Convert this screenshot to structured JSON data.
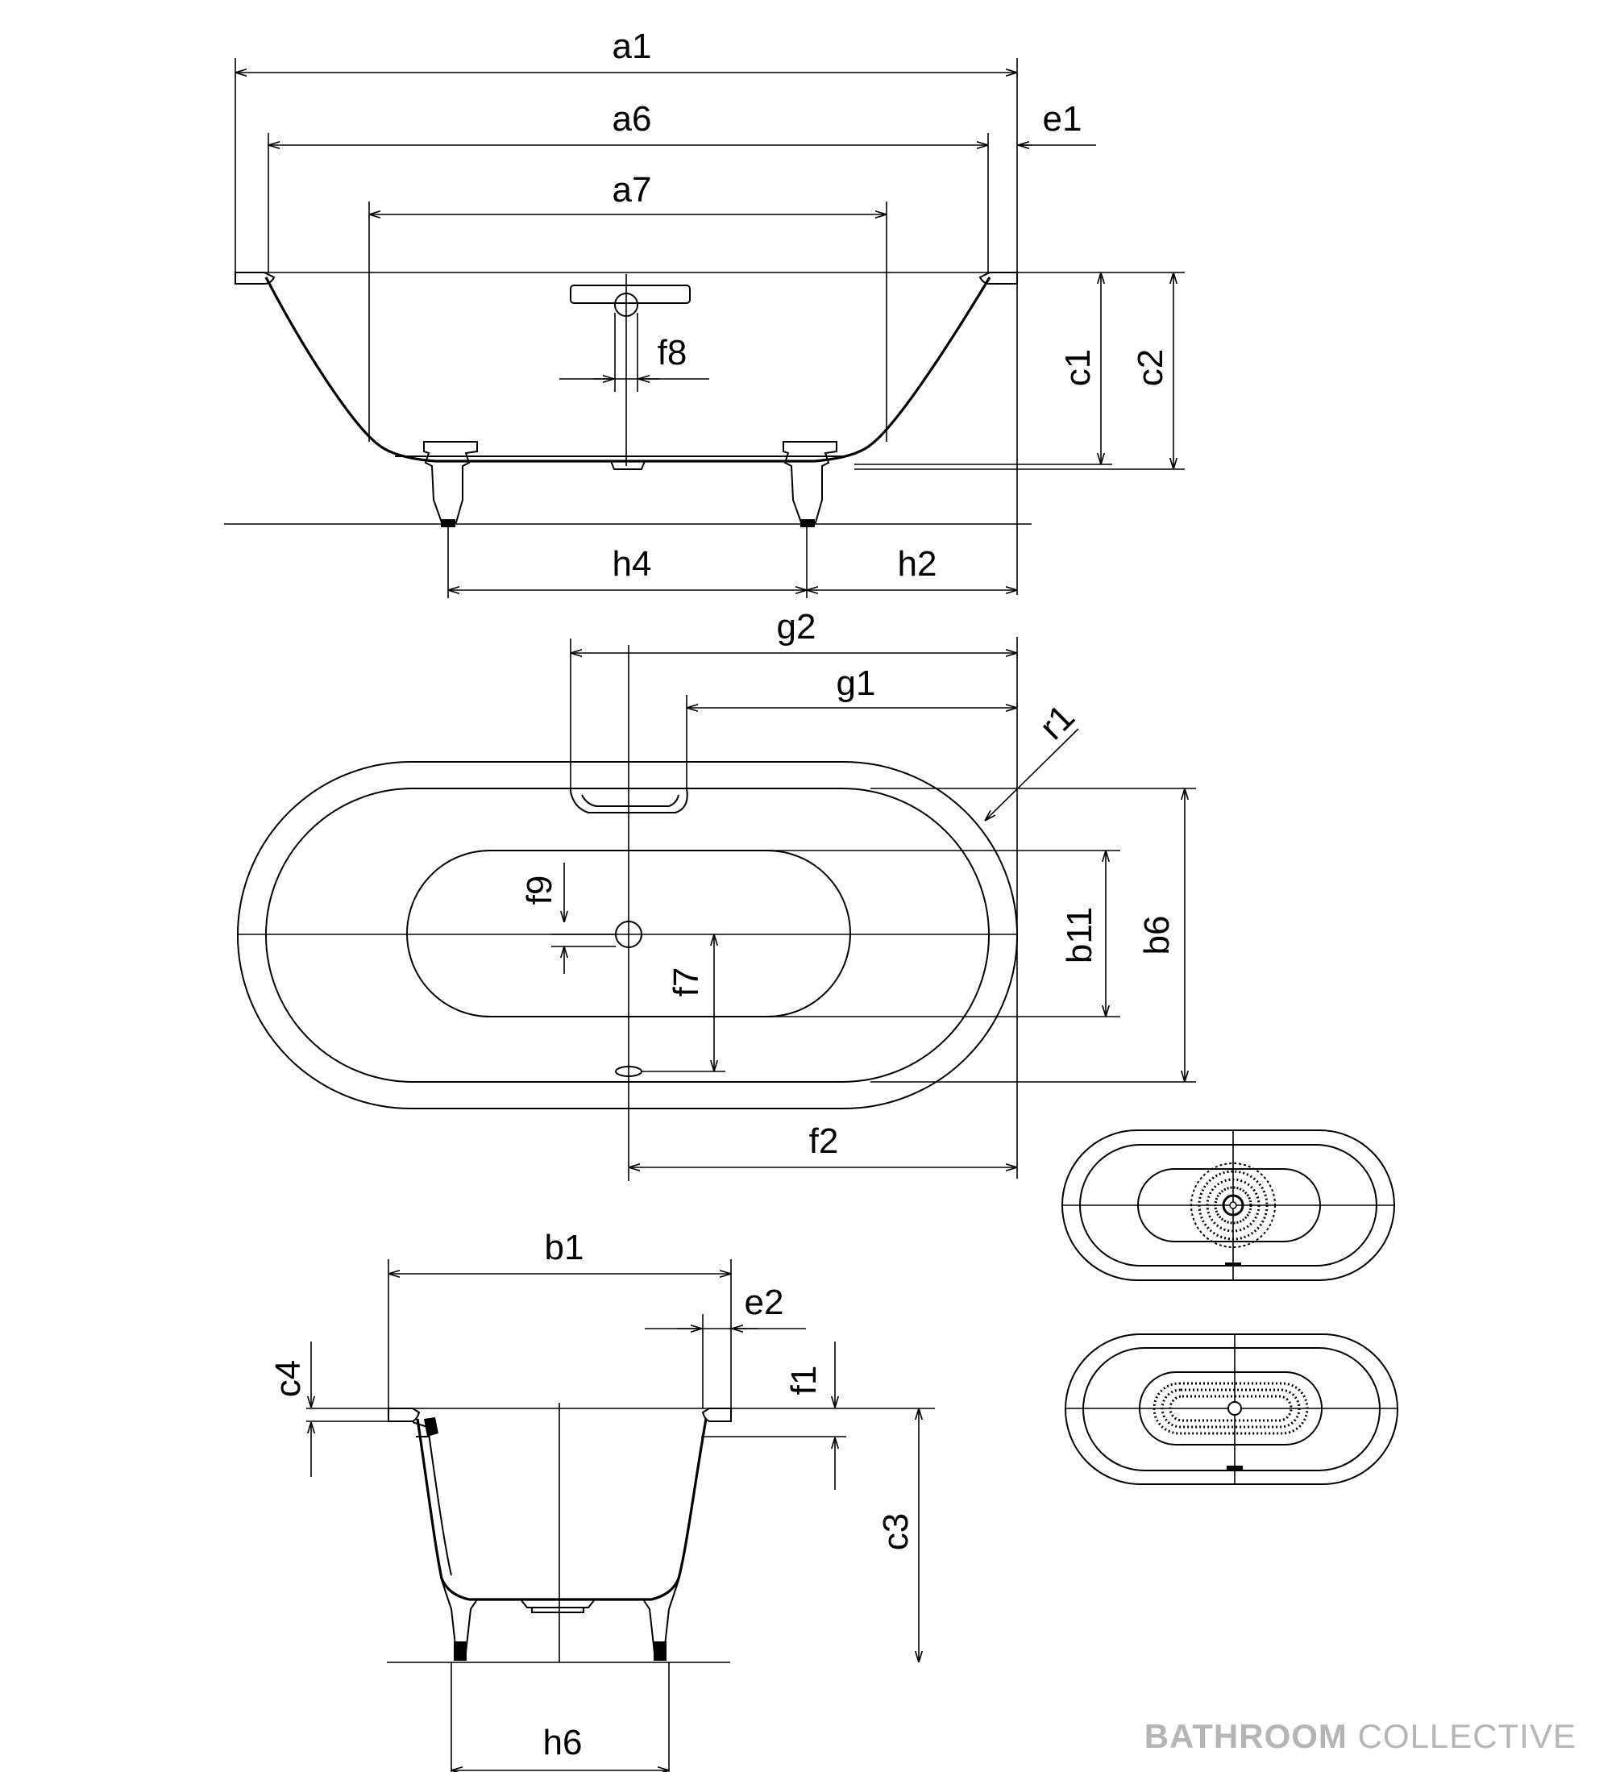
{
  "labels": {
    "a1": "a1",
    "a6": "a6",
    "a7": "a7",
    "e1": "e1",
    "c1": "c1",
    "c2": "c2",
    "f8": "f8",
    "h4": "h4",
    "h2": "h2",
    "g2": "g2",
    "g1": "g1",
    "r1": "r1",
    "f9": "f9",
    "f7": "f7",
    "b11": "b11",
    "b6": "b6",
    "f2": "f2",
    "b1": "b1",
    "e2": "e2",
    "c4": "c4",
    "f1": "f1",
    "c3": "c3",
    "h6": "h6"
  },
  "brand": {
    "bold": "BATHROOM",
    "light": "COLLECTIVE",
    "color": "#b5b5b5"
  },
  "colors": {
    "line": "#000000",
    "background": "#ffffff"
  }
}
